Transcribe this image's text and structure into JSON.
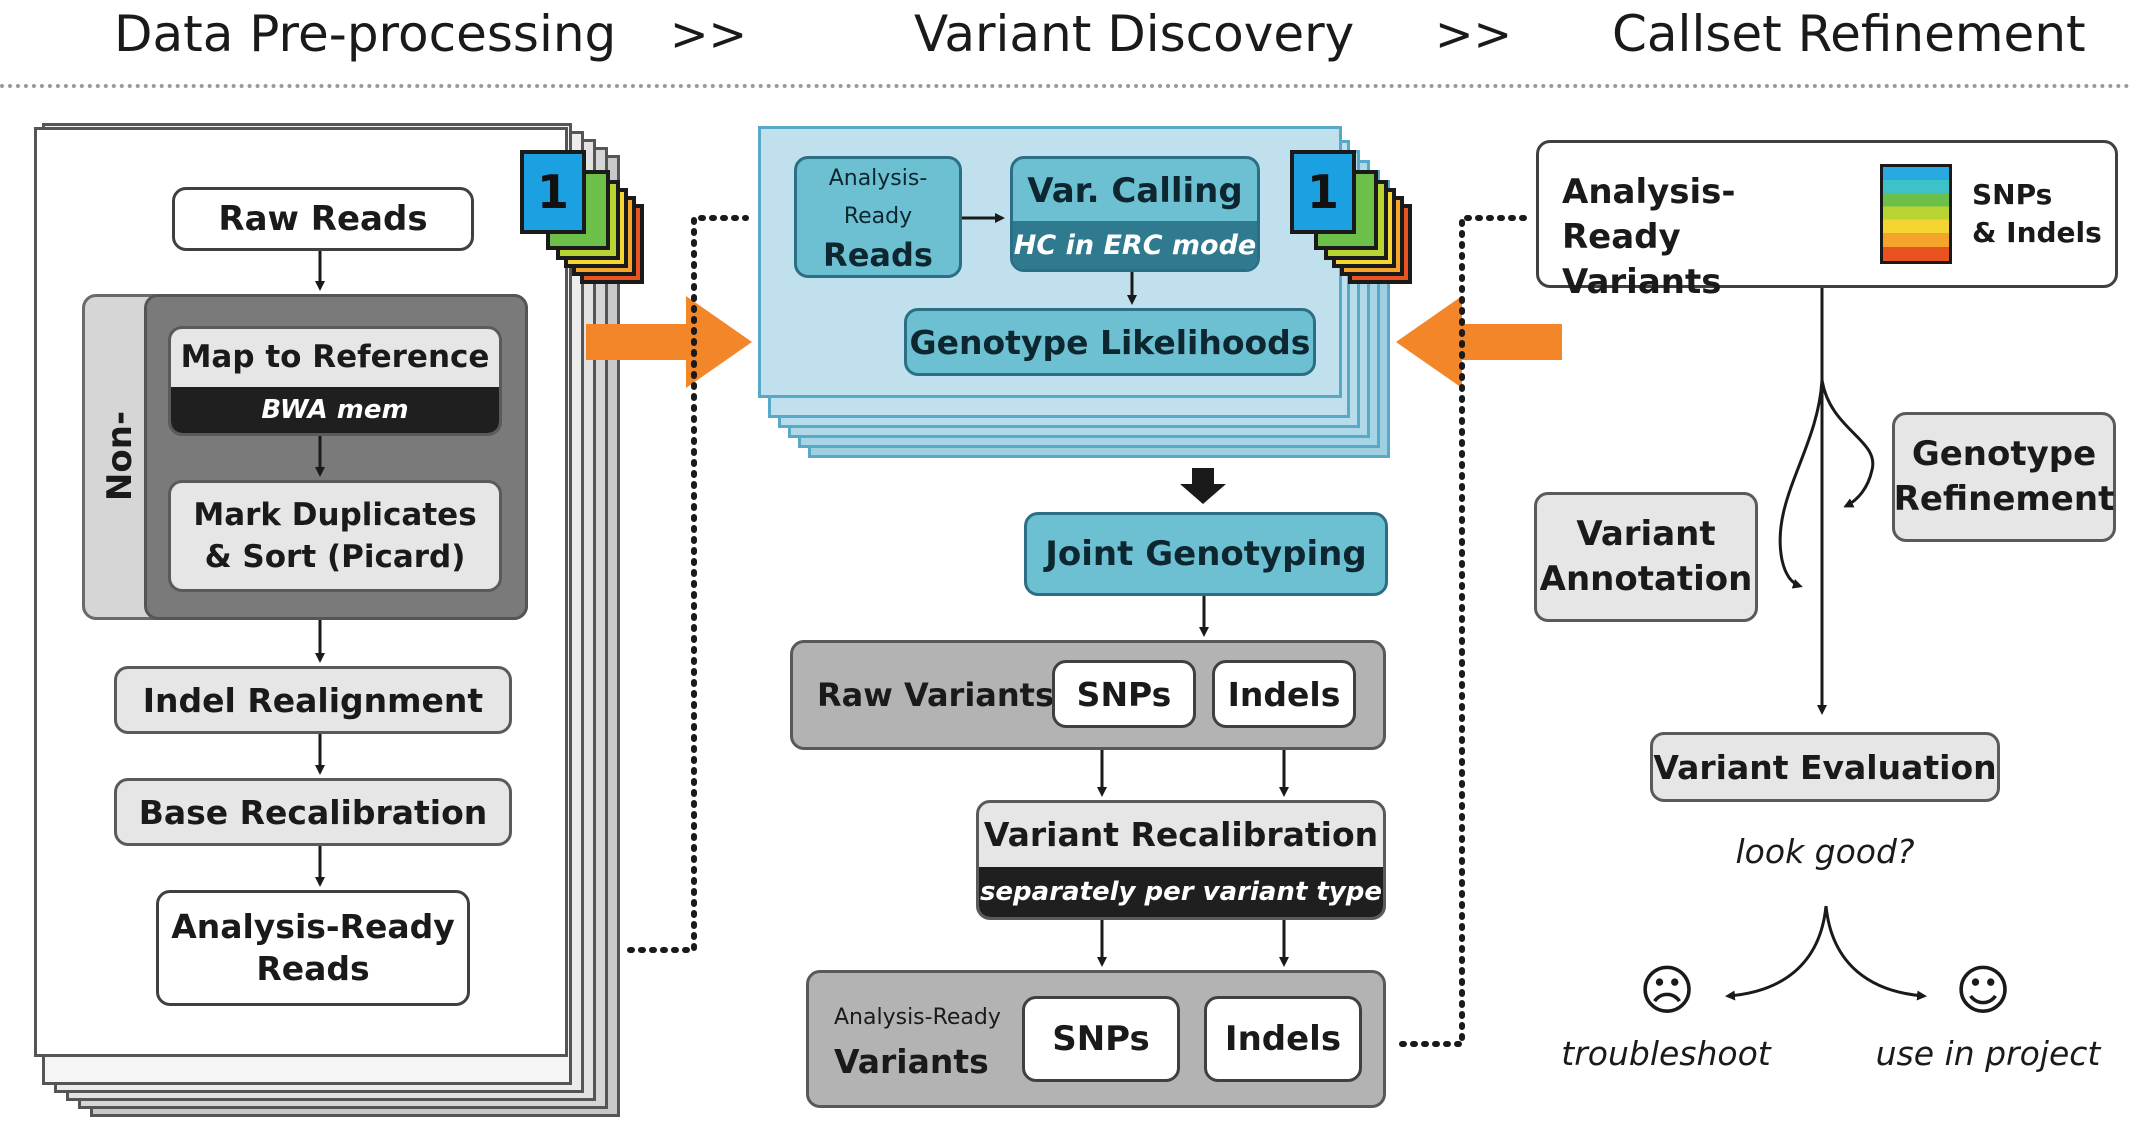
{
  "header": {
    "stage1": "Data Pre-processing",
    "sep1": ">>",
    "stage2": "Variant Discovery",
    "sep2": ">>",
    "stage3": "Callset Refinement"
  },
  "preprocessing": {
    "raw_reads": "Raw Reads",
    "non_gatk": "Non-GATK",
    "map_to_reference": "Map to Reference",
    "bwa_mem": "BWA mem",
    "mark_duplicates_line1": "Mark Duplicates",
    "mark_duplicates_line2": "& Sort (Picard)",
    "indel_realignment": "Indel Realignment",
    "base_recalibration": "Base Recalibration",
    "analysis_ready_reads_line1": "Analysis-Ready",
    "analysis_ready_reads_line2": "Reads",
    "badge": "1"
  },
  "discovery": {
    "ar_reads_line1": "Analysis-Ready",
    "ar_reads_line2": "Reads",
    "var_calling": "Var. Calling",
    "hc_erc": "HC in ERC mode",
    "genotype_likelihoods": "Genotype Likelihoods",
    "badge": "1",
    "joint_genotyping": "Joint Genotyping",
    "raw_variants": "Raw Variants",
    "snps": "SNPs",
    "indels": "Indels",
    "variant_recalibration": "Variant Recalibration",
    "separately": "separately per variant type",
    "ar_variants_line1": "Analysis-Ready",
    "ar_variants_line2": "Variants",
    "snps2": "SNPs",
    "indels2": "Indels"
  },
  "refinement": {
    "ar_variants_line1": "Analysis-Ready",
    "ar_variants_line2": "Variants",
    "legend_line1": "SNPs",
    "legend_line2": "& Indels",
    "genotype_refinement_line1": "Genotype",
    "genotype_refinement_line2": "Refinement",
    "variant_annotation_line1": "Variant",
    "variant_annotation_line2": "Annotation",
    "variant_evaluation": "Variant Evaluation",
    "look_good": "look good?",
    "sad_face": "☹",
    "happy_face": "☺",
    "troubleshoot": "troubleshoot",
    "use_in_project": "use in project"
  },
  "colors": {
    "orange": "#f4862a",
    "teal": "#6dc0d1",
    "teal_dark": "#2f7a8e",
    "badge_blue": "#1ba1e2",
    "stack_colors": [
      "#6cc04a",
      "#b7d433",
      "#f5d531",
      "#f4a32b",
      "#e9531f"
    ],
    "legend_gradient": [
      "#27aae1",
      "#3ec1c8",
      "#6cc04a",
      "#b7d433",
      "#f5d531",
      "#f4a32b",
      "#e9531f"
    ]
  }
}
